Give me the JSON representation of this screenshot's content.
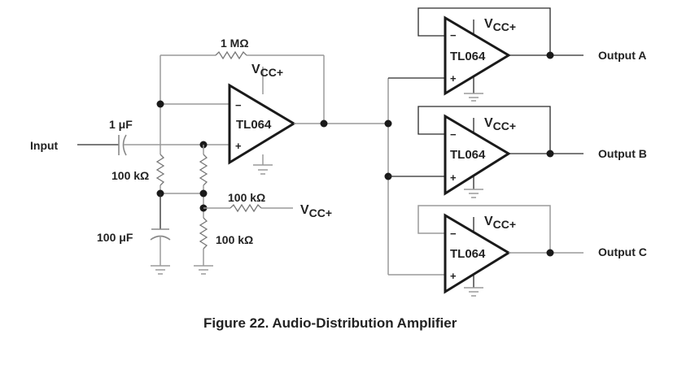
{
  "figure": {
    "caption": "Figure 22. Audio-Distribution Amplifier"
  },
  "input": {
    "label": "Input"
  },
  "components": {
    "c_in": {
      "value": "1 μF"
    },
    "r_feedback": {
      "value": "1 MΩ"
    },
    "r_bias_left": {
      "value": "100 kΩ"
    },
    "r_vcc": {
      "value": "100 kΩ"
    },
    "r_gnd": {
      "value": "100 kΩ"
    },
    "c_bypass": {
      "value": "100 μF"
    }
  },
  "supply": {
    "vcc_main": "V",
    "vcc_sub": "CC+"
  },
  "opamps": [
    {
      "id": "U1",
      "part": "TL064",
      "minus": "−",
      "plus": "+",
      "vcc": "V",
      "vcc_sub": "CC+"
    },
    {
      "id": "UA",
      "part": "TL064",
      "minus": "−",
      "plus": "+",
      "vcc": "V",
      "vcc_sub": "CC+",
      "output": "Output A"
    },
    {
      "id": "UB",
      "part": "TL064",
      "minus": "−",
      "plus": "+",
      "vcc": "V",
      "vcc_sub": "CC+",
      "output": "Output B"
    },
    {
      "id": "UC",
      "part": "TL064",
      "minus": "−",
      "plus": "+",
      "vcc": "V",
      "vcc_sub": "CC+",
      "output": "Output C"
    }
  ],
  "colors": {
    "wire": "#9a9a9a",
    "symbol": "#1a1a1a",
    "text": "#222222"
  }
}
